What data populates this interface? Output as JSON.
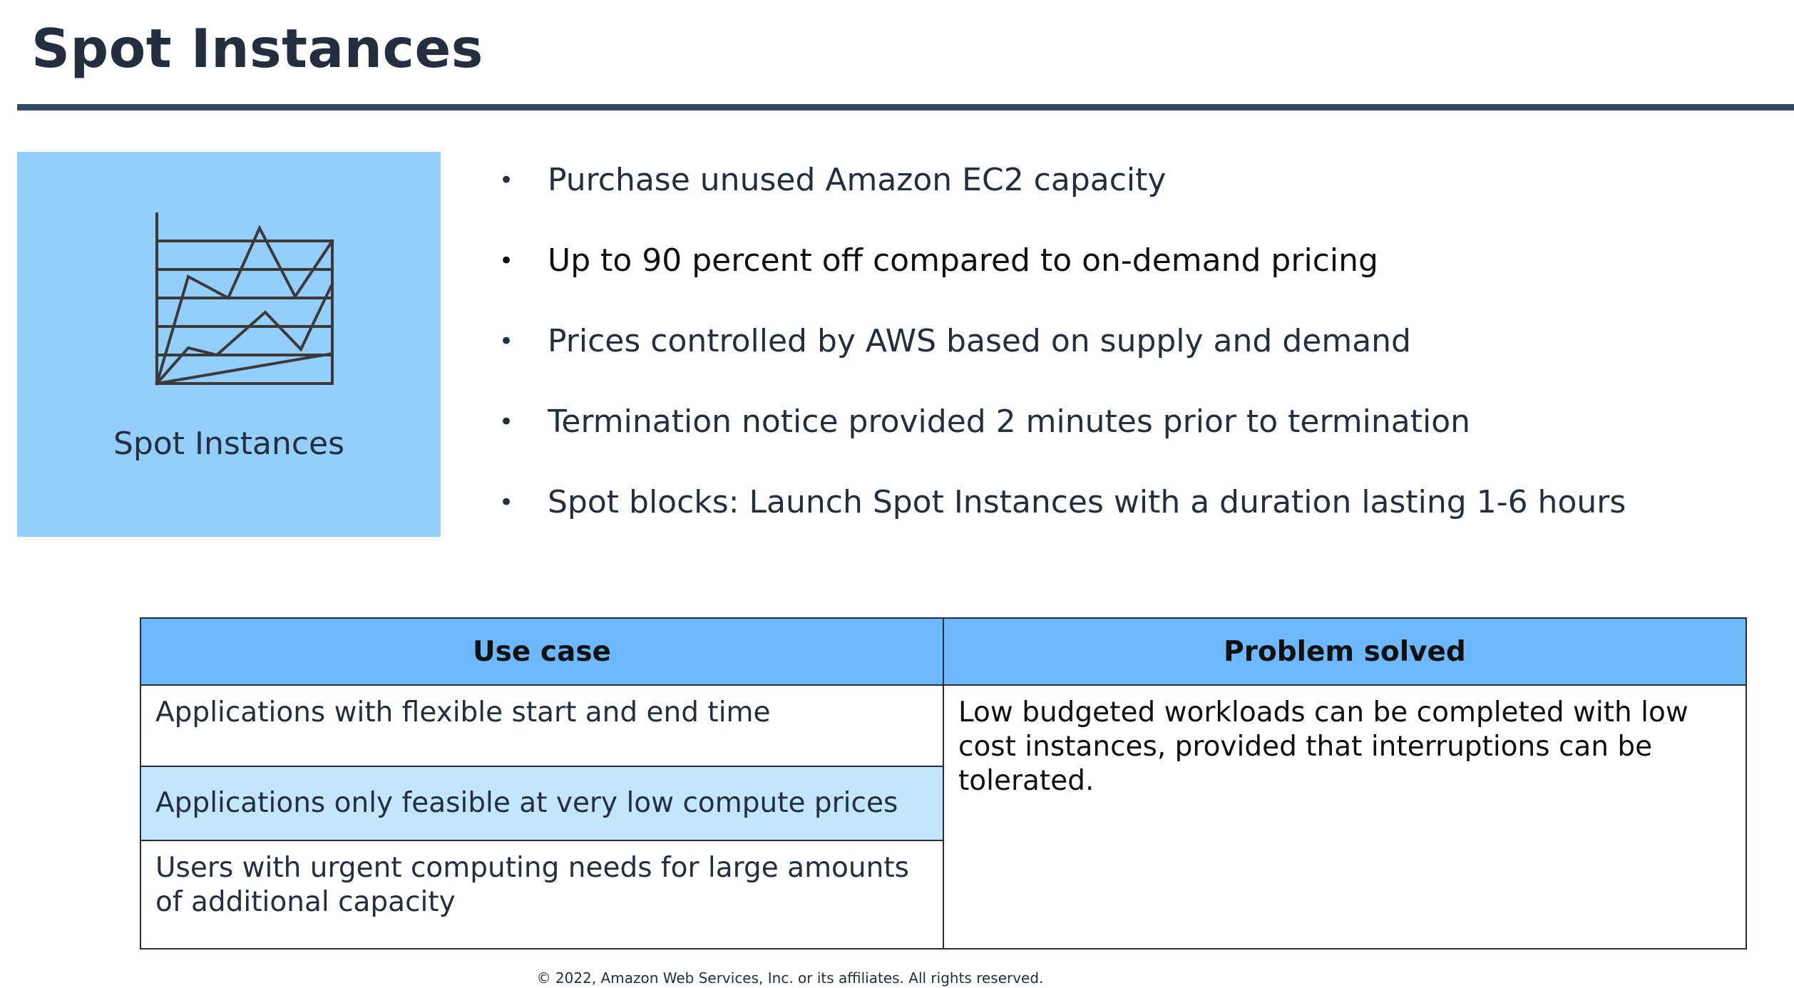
{
  "slide": {
    "title": "Spot Instances"
  },
  "icon_tile": {
    "icon": "line-chart-icon",
    "label": "Spot Instances",
    "background_color": "#94cffb"
  },
  "bullets": [
    "Purchase unused Amazon EC2 capacity",
    "Up to 90 percent off compared to on-demand pricing",
    "Prices controlled by AWS based on supply and demand",
    "Termination notice provided 2 minutes prior to termination",
    "Spot blocks: Launch Spot Instances with a duration lasting 1-6 hours"
  ],
  "bullet_marker": "•",
  "table": {
    "headers": [
      "Use case",
      "Problem solved"
    ],
    "use_cases": [
      "Applications with flexible start and end time",
      "Applications only feasible at very low compute prices",
      "Users with urgent computing needs for large amounts of additional capacity"
    ],
    "problem_solved": "Low budgeted workloads can be completed with low cost instances, provided that interruptions can be tolerated.",
    "header_color": "#6db8fb",
    "highlight_row_color": "#c3e6fd"
  },
  "footer": {
    "text": "© 2022, Amazon Web Services, Inc. or its affiliates. All rights reserved."
  },
  "colors": {
    "title_text": "#232f3e",
    "rule": "#344a63"
  }
}
